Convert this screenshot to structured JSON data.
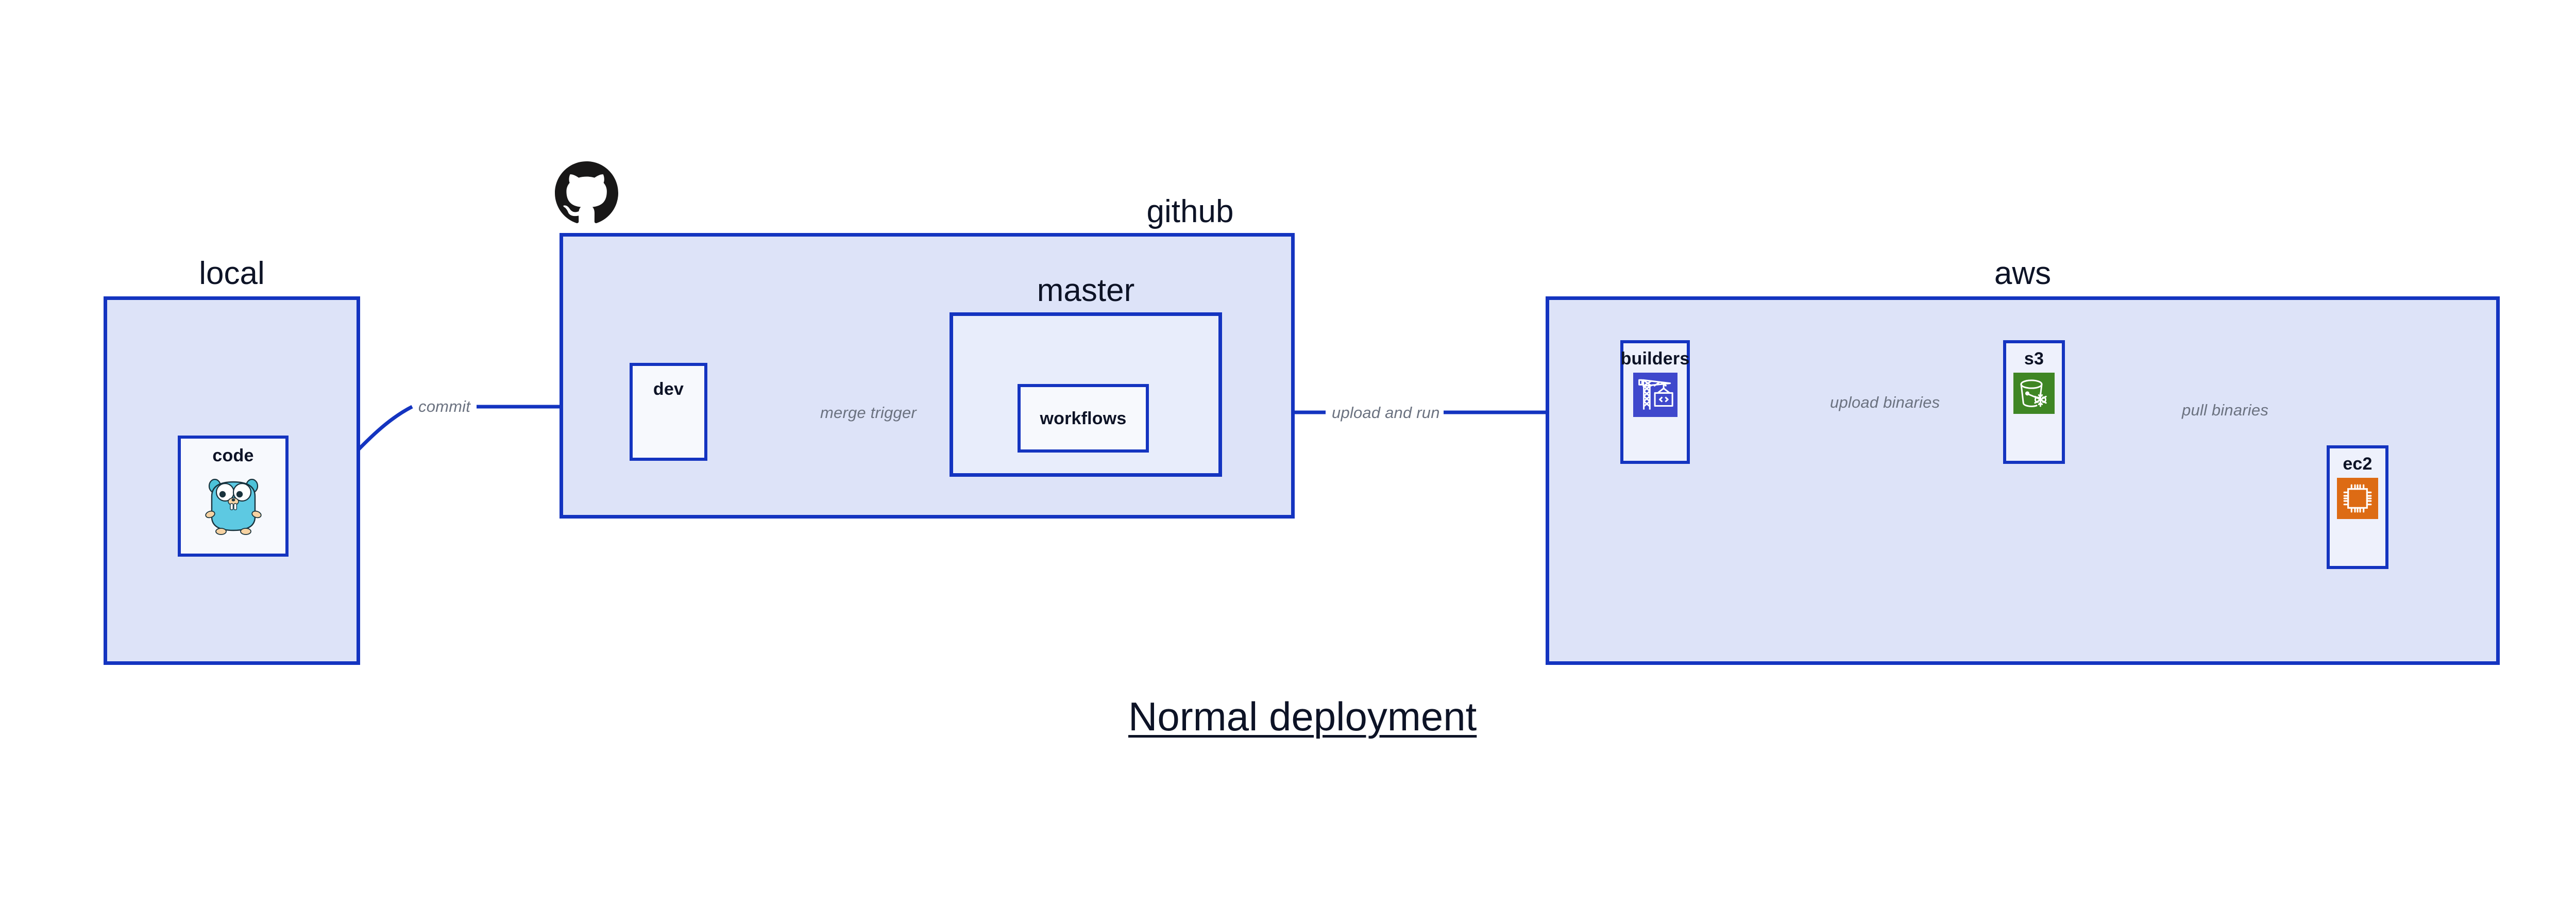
{
  "diagram": {
    "title": "Normal deployment",
    "colors": {
      "group_fill": "#dde3f8",
      "node_fill": "#eef1fc",
      "border": "#1434c0",
      "edge_label": "#6b7280",
      "text": "#0d1326",
      "codebuild_orange_blue": "#3f48cc",
      "s3_green": "#3f8624",
      "ec2_orange": "#dd6b14",
      "gopher_cyan": "#5dc9e2",
      "github_black": "#181717"
    }
  },
  "groups": {
    "local": {
      "label": "local"
    },
    "github": {
      "label": "github",
      "icon": "github-octocat-icon"
    },
    "master": {
      "label": "master"
    },
    "aws": {
      "label": "aws"
    }
  },
  "nodes": {
    "code": {
      "label": "code",
      "icon": "go-gopher-icon"
    },
    "dev": {
      "label": "dev",
      "icon": "none"
    },
    "workflows": {
      "label": "workflows",
      "icon": "none"
    },
    "builders": {
      "label": "builders",
      "icon": "aws-codebuild-icon"
    },
    "s3": {
      "label": "s3",
      "icon": "aws-s3-glacier-icon"
    },
    "ec2": {
      "label": "ec2",
      "icon": "aws-ec2-icon"
    }
  },
  "edges": [
    {
      "id": "commit",
      "label": "commit",
      "from": "code",
      "to": "dev"
    },
    {
      "id": "merge-trigger",
      "label": "merge trigger",
      "from": "dev",
      "to": "workflows"
    },
    {
      "id": "upload-and-run",
      "label": "upload and run",
      "from": "workflows",
      "to": "builders"
    },
    {
      "id": "upload-binaries",
      "label": "upload binaries",
      "from": "builders",
      "to": "s3"
    },
    {
      "id": "pull-binaries",
      "label": "pull binaries",
      "from": "s3",
      "to": "ec2"
    }
  ]
}
